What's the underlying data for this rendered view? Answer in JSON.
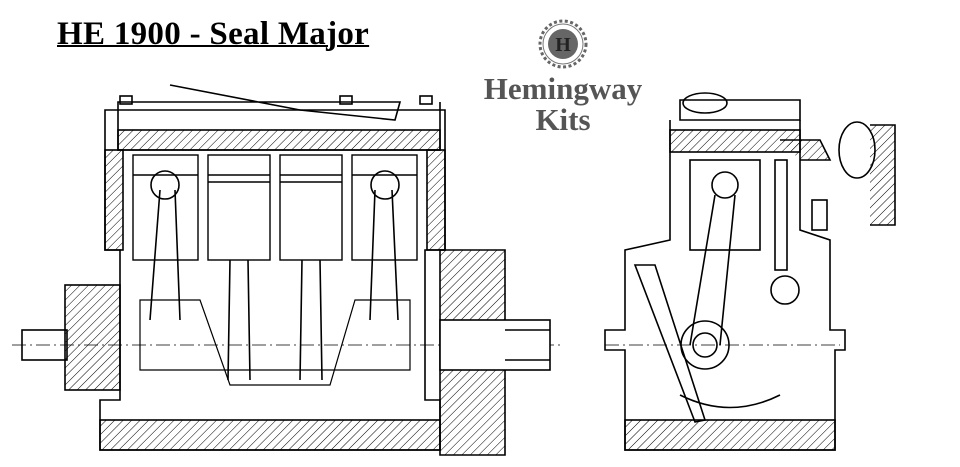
{
  "title": "HE 1900 - Seal Major",
  "logo": {
    "letter": "H",
    "brand": "Hemingway",
    "sub": "Kits",
    "color": "#555555"
  },
  "views": [
    "side-section",
    "end-section"
  ]
}
